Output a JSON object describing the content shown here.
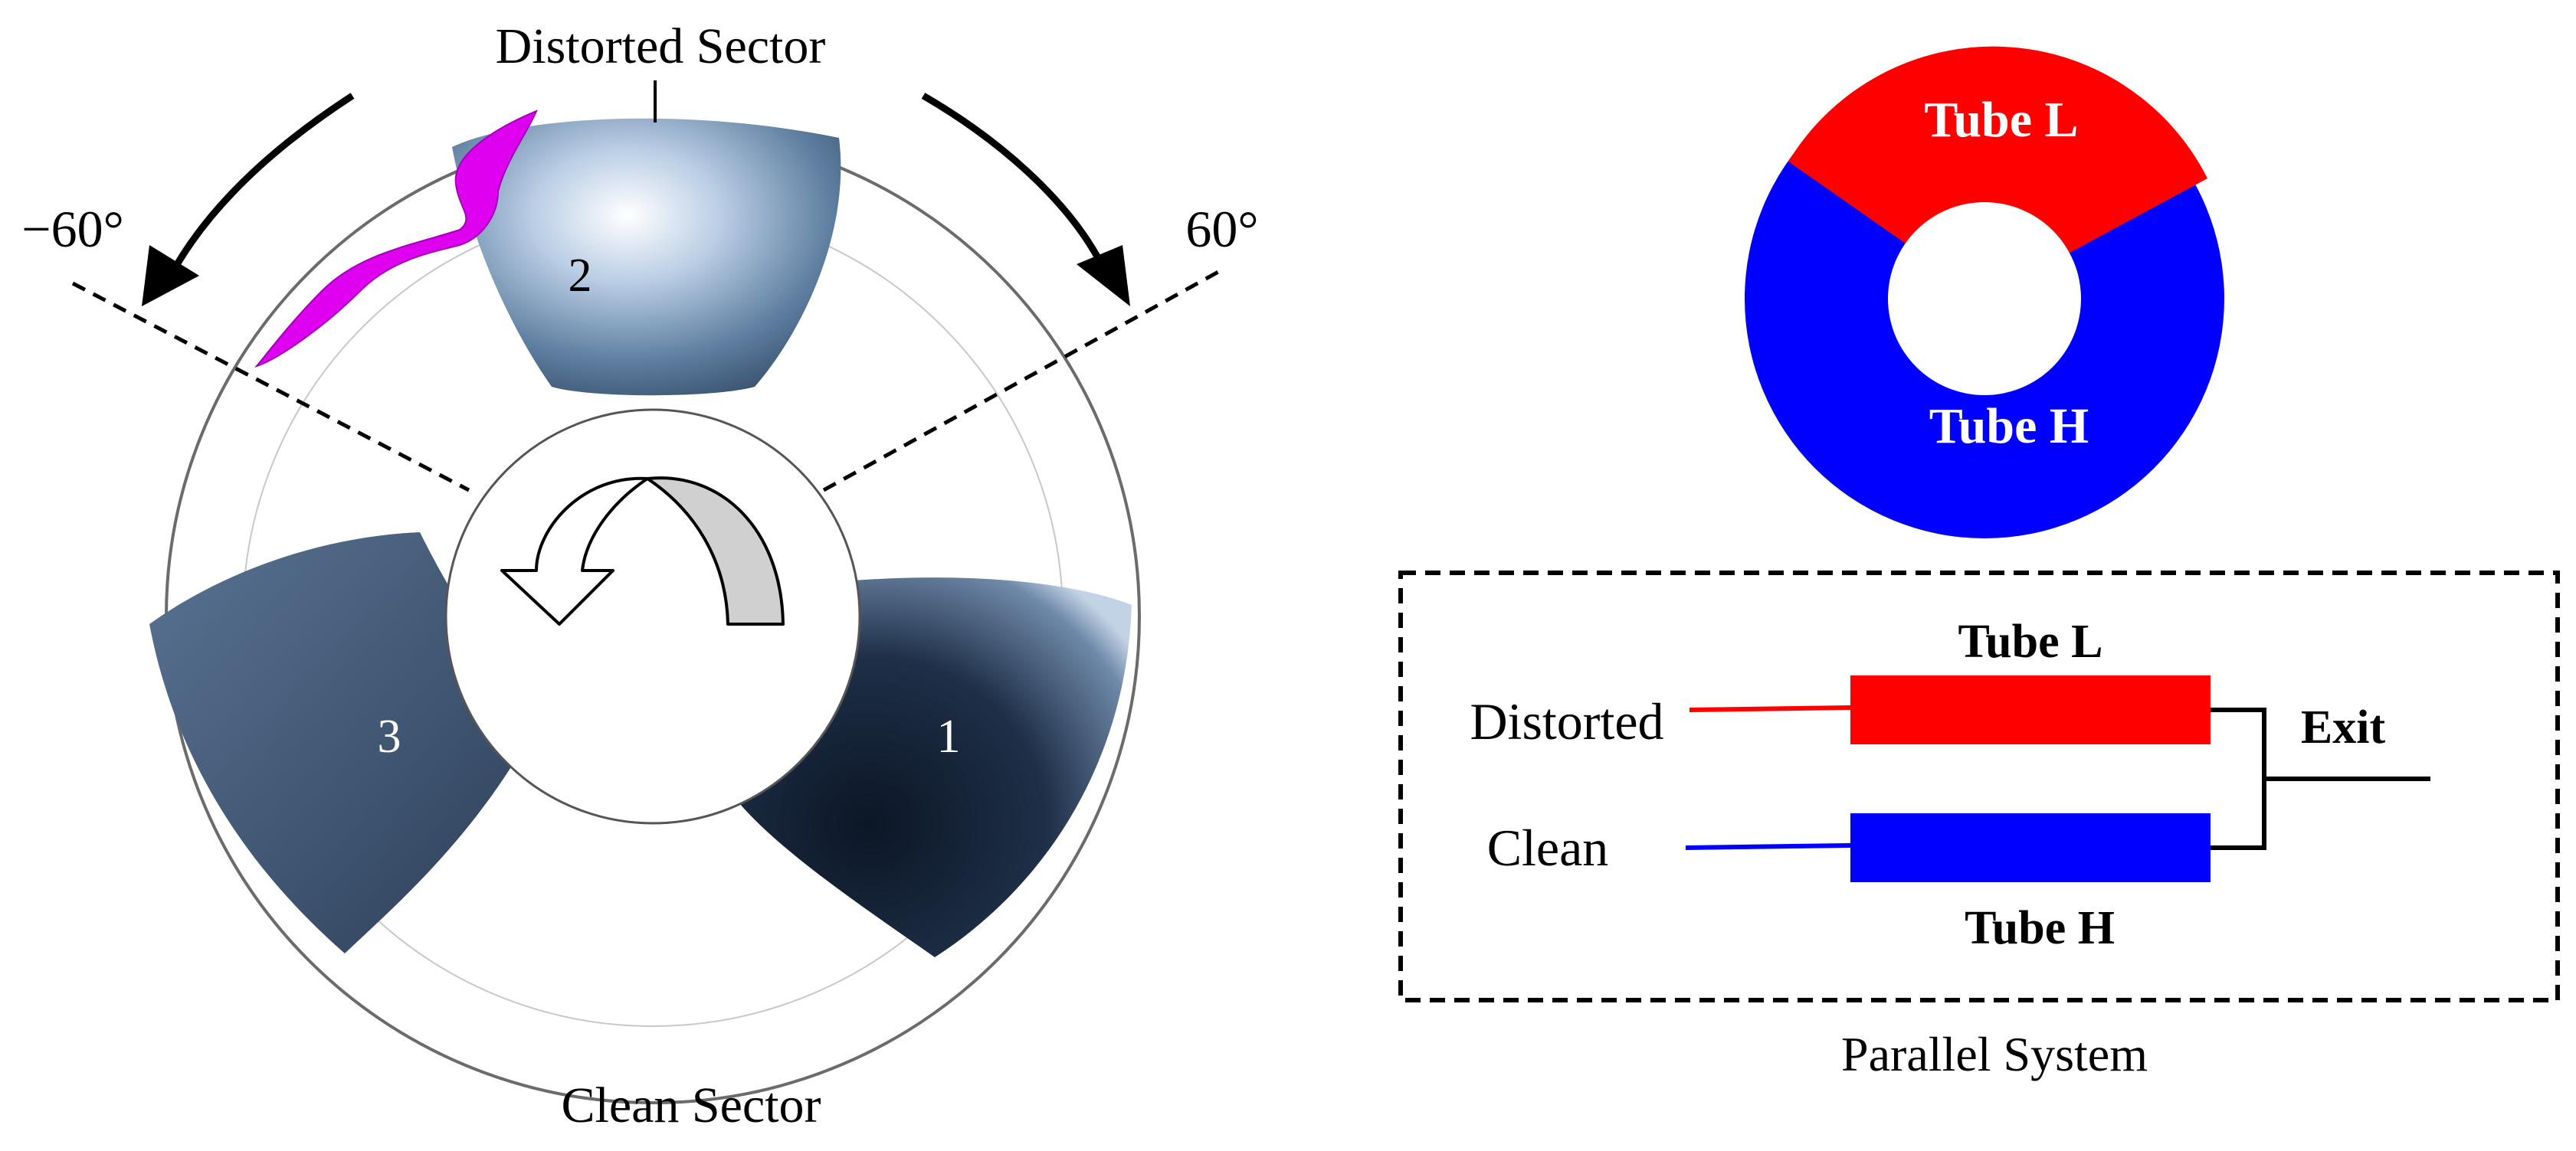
{
  "left_panel": {
    "top_label": "Distorted Sector",
    "bottom_label": "Clean Sector",
    "angle_left": "−60°",
    "angle_right": "60°",
    "blade_labels": [
      "1",
      "2",
      "3"
    ]
  },
  "donut": {
    "top_label": "Tube L",
    "bottom_label": "Tube H",
    "colors": {
      "tube_l": "#ff0000",
      "tube_h": "#0000ff"
    }
  },
  "parallel_system": {
    "caption": "Parallel System",
    "tube_l_label": "Tube L",
    "tube_h_label": "Tube H",
    "distorted_label": "Distorted",
    "clean_label": "Clean",
    "exit_label": "Exit",
    "colors": {
      "tube_l": "#ff0000",
      "tube_h": "#0000ff"
    }
  }
}
